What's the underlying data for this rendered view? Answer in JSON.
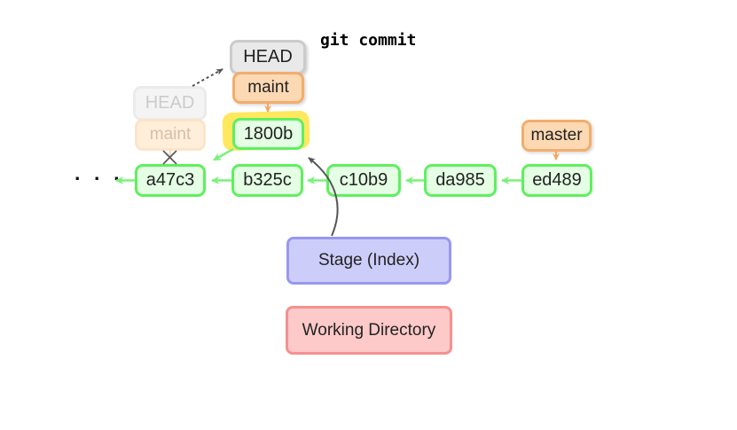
{
  "command_label": "git commit",
  "ellipsis": "· · ·",
  "refs": {
    "head_current": "HEAD",
    "branch_current": "maint",
    "head_previous": "HEAD",
    "branch_previous": "maint",
    "master": "master"
  },
  "commits": {
    "new": "1800b",
    "history": [
      "a47c3",
      "b325c",
      "c10b9",
      "da985",
      "ed489"
    ]
  },
  "areas": {
    "stage": "Stage (Index)",
    "working": "Working Directory"
  },
  "colors": {
    "commit_border": "#5ef05e",
    "commit_fill": "#e4ffe4",
    "ref_border": "#f3ad6d",
    "ref_fill": "#fcd9b3",
    "head_border": "#cbcbcb",
    "head_fill": "#e9e9e9",
    "highlight": "#ffe75e",
    "stage_border": "#9897f0",
    "stage_fill": "#cdcdfa",
    "working_border": "#f59090",
    "working_fill": "#fdc9c9",
    "arrow_dark": "#555555",
    "arrow_green": "#7af27a",
    "arrow_orange": "#f5a65b"
  }
}
